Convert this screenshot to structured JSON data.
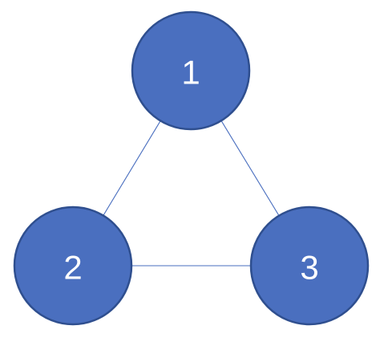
{
  "graph": {
    "nodes": [
      {
        "id": "1",
        "label": "1"
      },
      {
        "id": "2",
        "label": "2"
      },
      {
        "id": "3",
        "label": "3"
      }
    ],
    "edges": [
      {
        "from": "1",
        "to": "2"
      },
      {
        "from": "1",
        "to": "3"
      },
      {
        "from": "2",
        "to": "3"
      }
    ]
  },
  "colors": {
    "node_fill": "#4a6fbf",
    "node_stroke": "#2f4f8f",
    "edge_stroke": "#4a6fbf",
    "label": "#ffffff"
  }
}
